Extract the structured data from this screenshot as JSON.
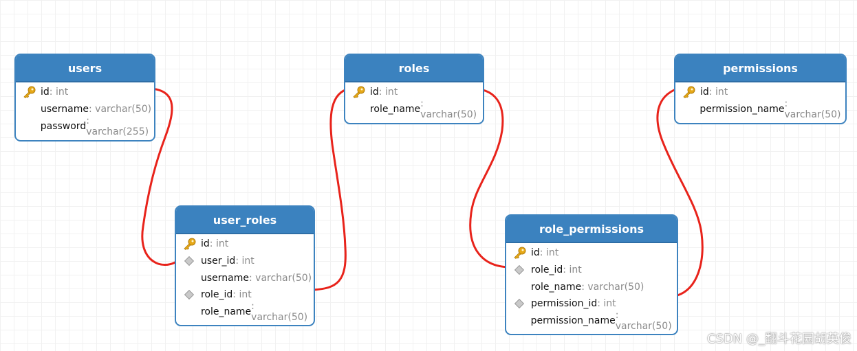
{
  "diagram": {
    "tables": [
      {
        "name": "users",
        "fields": [
          {
            "name": "id",
            "type": ": int",
            "icon": "primary-key-icon"
          },
          {
            "name": "username",
            "type": ": varchar(50)",
            "icon": ""
          },
          {
            "name": "password",
            "type": ": varchar(255)",
            "icon": ""
          }
        ]
      },
      {
        "name": "roles",
        "fields": [
          {
            "name": "id",
            "type": ": int",
            "icon": "primary-key-icon"
          },
          {
            "name": "role_name",
            "type": ": varchar(50)",
            "icon": ""
          }
        ]
      },
      {
        "name": "permissions",
        "fields": [
          {
            "name": "id",
            "type": ": int",
            "icon": "primary-key-icon"
          },
          {
            "name": "permission_name",
            "type": ": varchar(50)",
            "icon": ""
          }
        ]
      },
      {
        "name": "user_roles",
        "fields": [
          {
            "name": "id",
            "type": ": int",
            "icon": "primary-key-icon"
          },
          {
            "name": "user_id",
            "type": ": int",
            "icon": "foreign-key-icon"
          },
          {
            "name": "username",
            "type": ": varchar(50)",
            "icon": ""
          },
          {
            "name": "role_id",
            "type": ": int",
            "icon": "foreign-key-icon"
          },
          {
            "name": "role_name",
            "type": ": varchar(50)",
            "icon": ""
          }
        ]
      },
      {
        "name": "role_permissions",
        "fields": [
          {
            "name": "id",
            "type": ": int",
            "icon": "primary-key-icon"
          },
          {
            "name": "role_id",
            "type": ": int",
            "icon": "foreign-key-icon"
          },
          {
            "name": "role_name",
            "type": ": varchar(50)",
            "icon": ""
          },
          {
            "name": "permission_id",
            "type": ": int",
            "icon": "foreign-key-icon"
          },
          {
            "name": "permission_name",
            "type": ": varchar(50)",
            "icon": ""
          }
        ]
      }
    ],
    "relations": [
      {
        "from": "users.id",
        "to": "user_roles.user_id"
      },
      {
        "from": "roles.id",
        "to": "user_roles.role_id"
      },
      {
        "from": "roles.id",
        "to": "role_permissions.role_id"
      },
      {
        "from": "permissions.id",
        "to": "role_permissions.permission_id"
      }
    ],
    "colors": {
      "header": "#3b82bf",
      "border": "#3d83bf",
      "relation_line": "#e8231b",
      "key": "#e6a817"
    }
  },
  "watermark": "CSDN @_翻斗花园胡英俊"
}
